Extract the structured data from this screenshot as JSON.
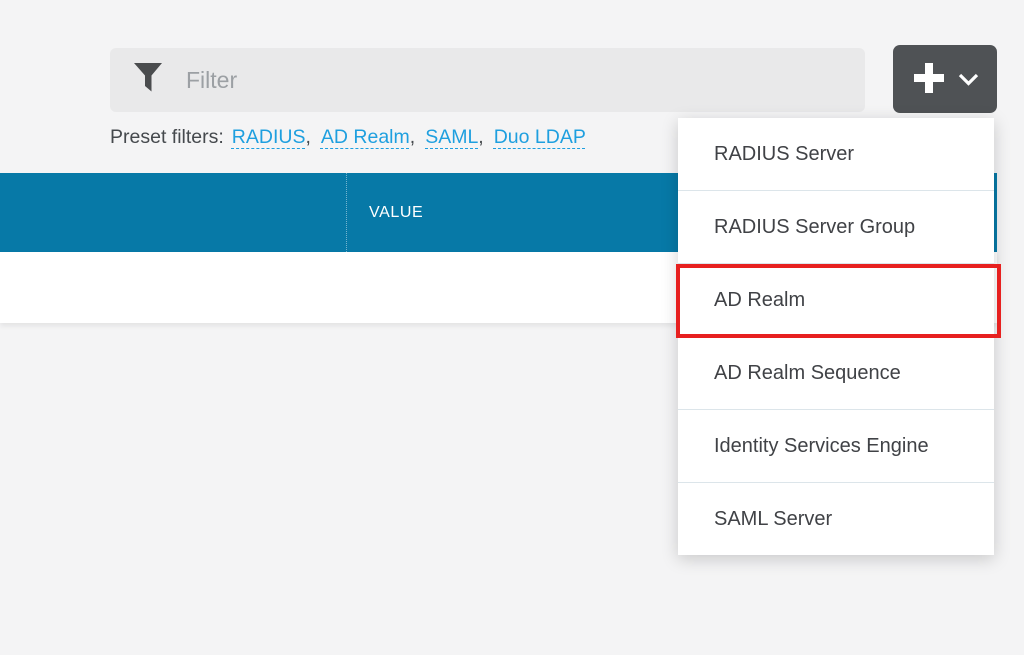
{
  "colors": {
    "page_bg": "#f4f4f5",
    "table_header_teal": "#0779a7",
    "link_blue": "#1e9fdf",
    "annotation_red": "#e7201f",
    "add_button_gray": "#4f5255"
  },
  "filter": {
    "placeholder": "Filter",
    "icon": "funnel-icon"
  },
  "preset_filters": {
    "label": "Preset filters:",
    "separator": ",",
    "links": [
      "RADIUS",
      "AD Realm",
      "SAML",
      "Duo LDAP"
    ]
  },
  "add_button": {
    "icons": [
      "plus-icon",
      "chevron-down-icon"
    ]
  },
  "table": {
    "columns": [
      "",
      "VALUE"
    ],
    "rows": [
      {
        "name": "",
        "value": ""
      }
    ]
  },
  "menu": {
    "items": [
      {
        "label": "RADIUS Server",
        "highlighted": false
      },
      {
        "label": "RADIUS Server Group",
        "highlighted": false
      },
      {
        "label": "AD Realm",
        "highlighted": true
      },
      {
        "label": "AD Realm Sequence",
        "highlighted": false
      },
      {
        "label": "Identity Services Engine",
        "highlighted": false
      },
      {
        "label": "SAML Server",
        "highlighted": false
      }
    ]
  },
  "annotation": {
    "type": "highlight-box",
    "target": "AD Realm"
  }
}
